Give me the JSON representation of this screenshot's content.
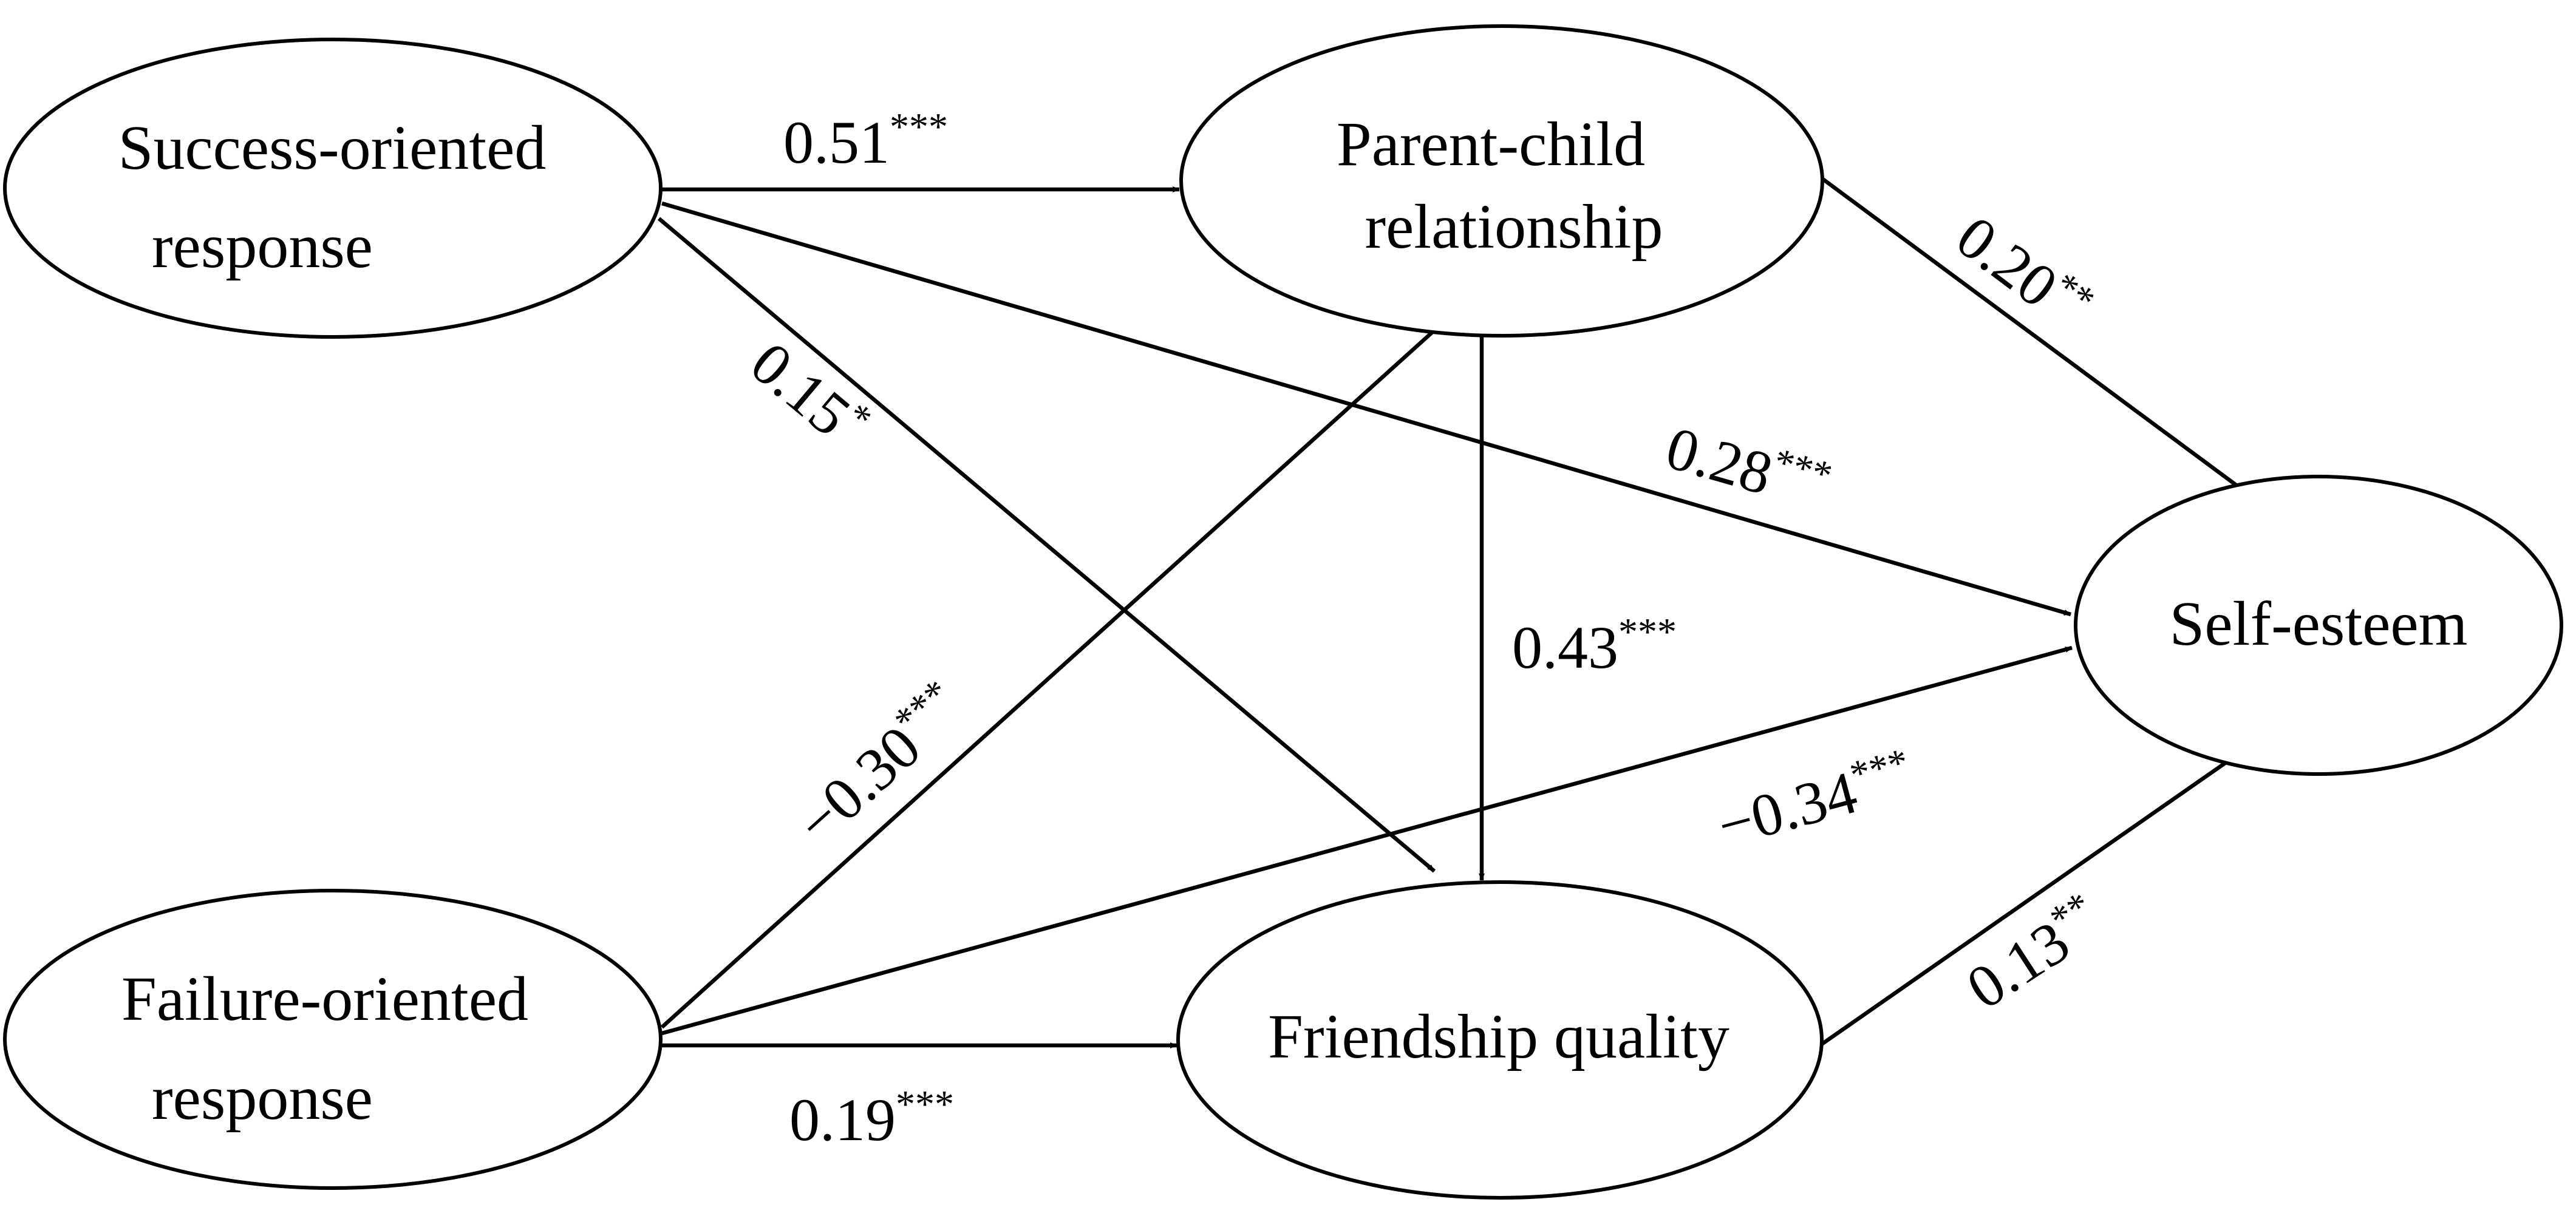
{
  "nodes": {
    "success": {
      "line1": "Success-oriented",
      "line2": "response"
    },
    "failure": {
      "line1": "Failure-oriented",
      "line2": "response"
    },
    "parent_child": {
      "line1": "Parent-child",
      "line2": "relationship"
    },
    "friendship": {
      "line1": "Friendship quality"
    },
    "self_esteem": {
      "line1": "Self-esteem"
    }
  },
  "paths": [
    {
      "from": "Success-oriented response",
      "to": "Parent-child relationship",
      "coefficient": "0.51",
      "significance": "***"
    },
    {
      "from": "Success-oriented response",
      "to": "Friendship quality",
      "coefficient": "0.15",
      "significance": "*"
    },
    {
      "from": "Success-oriented response",
      "to": "Self-esteem",
      "coefficient": "0.28",
      "significance": "***"
    },
    {
      "from": "Parent-child relationship",
      "to": "Self-esteem",
      "coefficient": "0.20",
      "significance": "**"
    },
    {
      "from": "Parent-child relationship",
      "to": "Friendship quality",
      "coefficient": "0.43",
      "significance": "***"
    },
    {
      "from": "Failure-oriented response",
      "to": "Parent-child relationship",
      "coefficient": "−0.30",
      "significance": "***"
    },
    {
      "from": "Failure-oriented response",
      "to": "Self-esteem",
      "coefficient": "−0.34",
      "significance": "***"
    },
    {
      "from": "Failure-oriented response",
      "to": "Friendship quality",
      "coefficient": "0.19",
      "significance": "***"
    },
    {
      "from": "Friendship quality",
      "to": "Self-esteem",
      "coefficient": "0.13",
      "significance": "**"
    }
  ]
}
